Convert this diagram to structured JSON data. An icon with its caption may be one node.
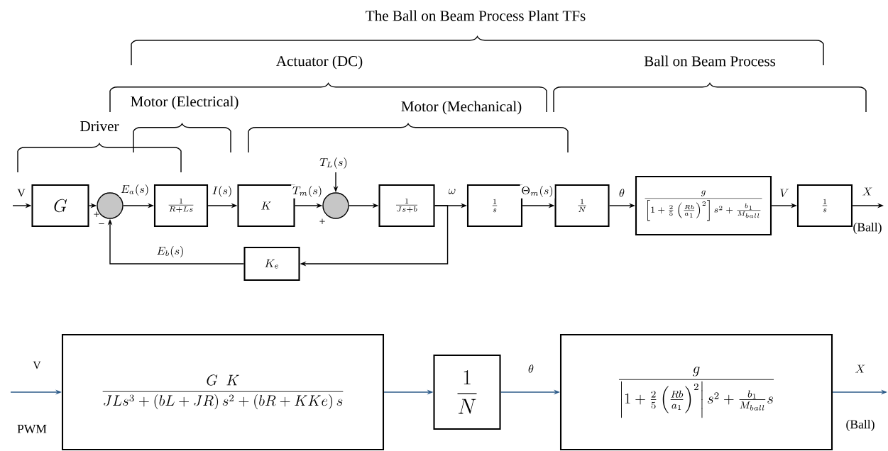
{
  "diagram": {
    "nodes": [
      {
        "text": [
          "G"
        ]
      },
      {
        "text": [],
        "shape": "circle"
      },
      {
        "text": [
          "\\frac{1}{R+Ls}"
        ]
      },
      {
        "text": [
          "K"
        ]
      },
      {
        "text": [],
        "shape": "circle"
      },
      {
        "text": [
          "\\frac{1}{Js+b}"
        ]
      },
      {
        "text": [
          "\\frac{1}{s}"
        ]
      },
      {
        "text": [
          "\\frac{1}{N}"
        ]
      },
      {
        "text": [
          "\\frac{g}{\\left[1+\\frac{2}{5}\\left(\\frac{Rb}{a_1}\\right)^2\\right]s^2+\\frac{b_1}{M_{ball}}}"
        ]
      },
      {
        "text": [
          "\\frac{1}{s}"
        ]
      },
      {
        "text": [
          "K_e"
        ]
      },
      {
        "text": [
          "\\frac{G\\;\\;K}{JLs^3+\\left(bL+JR\\right)s^2+\\left(bR+KKe\\right)s}"
        ]
      },
      {
        "text": [
          "\\frac{1}{N}"
        ]
      },
      {
        "text": [
          "\\frac{g}{\\left|1+\\frac{2}{5}\\left(\\frac{Rb}{a_1}\\right)^2\\right|s^2+\\frac{b_1}{M_{ball}}s}"
        ]
      }
    ],
    "edges": [
      {
        "from": null,
        "to": 0,
        "arrow": "to",
        "label": "\\mathrm{V}"
      },
      {
        "from": 0,
        "to": 1,
        "arrow": "to"
      },
      {
        "from": 1,
        "to": 2,
        "arrow": "to",
        "label": "E_a(s)"
      },
      {
        "from": 2,
        "to": 3,
        "arrow": "to",
        "label": "I(s)"
      },
      {
        "from": 3,
        "to": 4,
        "arrow": "to",
        "label": "T_m(s)"
      },
      {
        "from": null,
        "to": 4,
        "arrow": "to",
        "label": "T_L(s)"
      },
      {
        "from": 4,
        "to": 5,
        "arrow": "to"
      },
      {
        "from": 5,
        "to": 6,
        "arrow": "to",
        "label": "\\omega"
      },
      {
        "from": 5,
        "to": 10,
        "arrow": "to"
      },
      {
        "from": 10,
        "to": 1,
        "arrow": "to",
        "label": "E_b(s)"
      },
      {
        "from": 6,
        "to": 7,
        "arrow": "to",
        "label": "\\Theta_m(s)"
      },
      {
        "from": 7,
        "to": 8,
        "arrow": "to",
        "label": "\\theta"
      },
      {
        "from": 8,
        "to": 9,
        "arrow": "to",
        "label": "V"
      },
      {
        "from": 9,
        "to": null,
        "arrow": "to",
        "label": "X"
      },
      {
        "from": null,
        "to": 11,
        "arrow": "to",
        "label": "\\mathrm{V}",
        "color": "#2e5c8a"
      },
      {
        "from": 11,
        "to": 12,
        "arrow": "to",
        "color": "#2e5c8a"
      },
      {
        "from": 12,
        "to": 13,
        "arrow": "to",
        "label": "\\theta",
        "color": "#2e5c8a"
      },
      {
        "from": 13,
        "to": null,
        "arrow": "to",
        "label": "X",
        "color": "#2e5c8a"
      }
    ],
    "labels": [
      "The Ball on Beam Process Plant TFs",
      "Actuator (DC)",
      "Ball on Beam Process",
      "Motor (Electrical)",
      "Motor (Mechanical)",
      "Driver",
      "+",
      "−",
      "+",
      "(Ball)",
      "PWM",
      "(Ball)"
    ]
  }
}
